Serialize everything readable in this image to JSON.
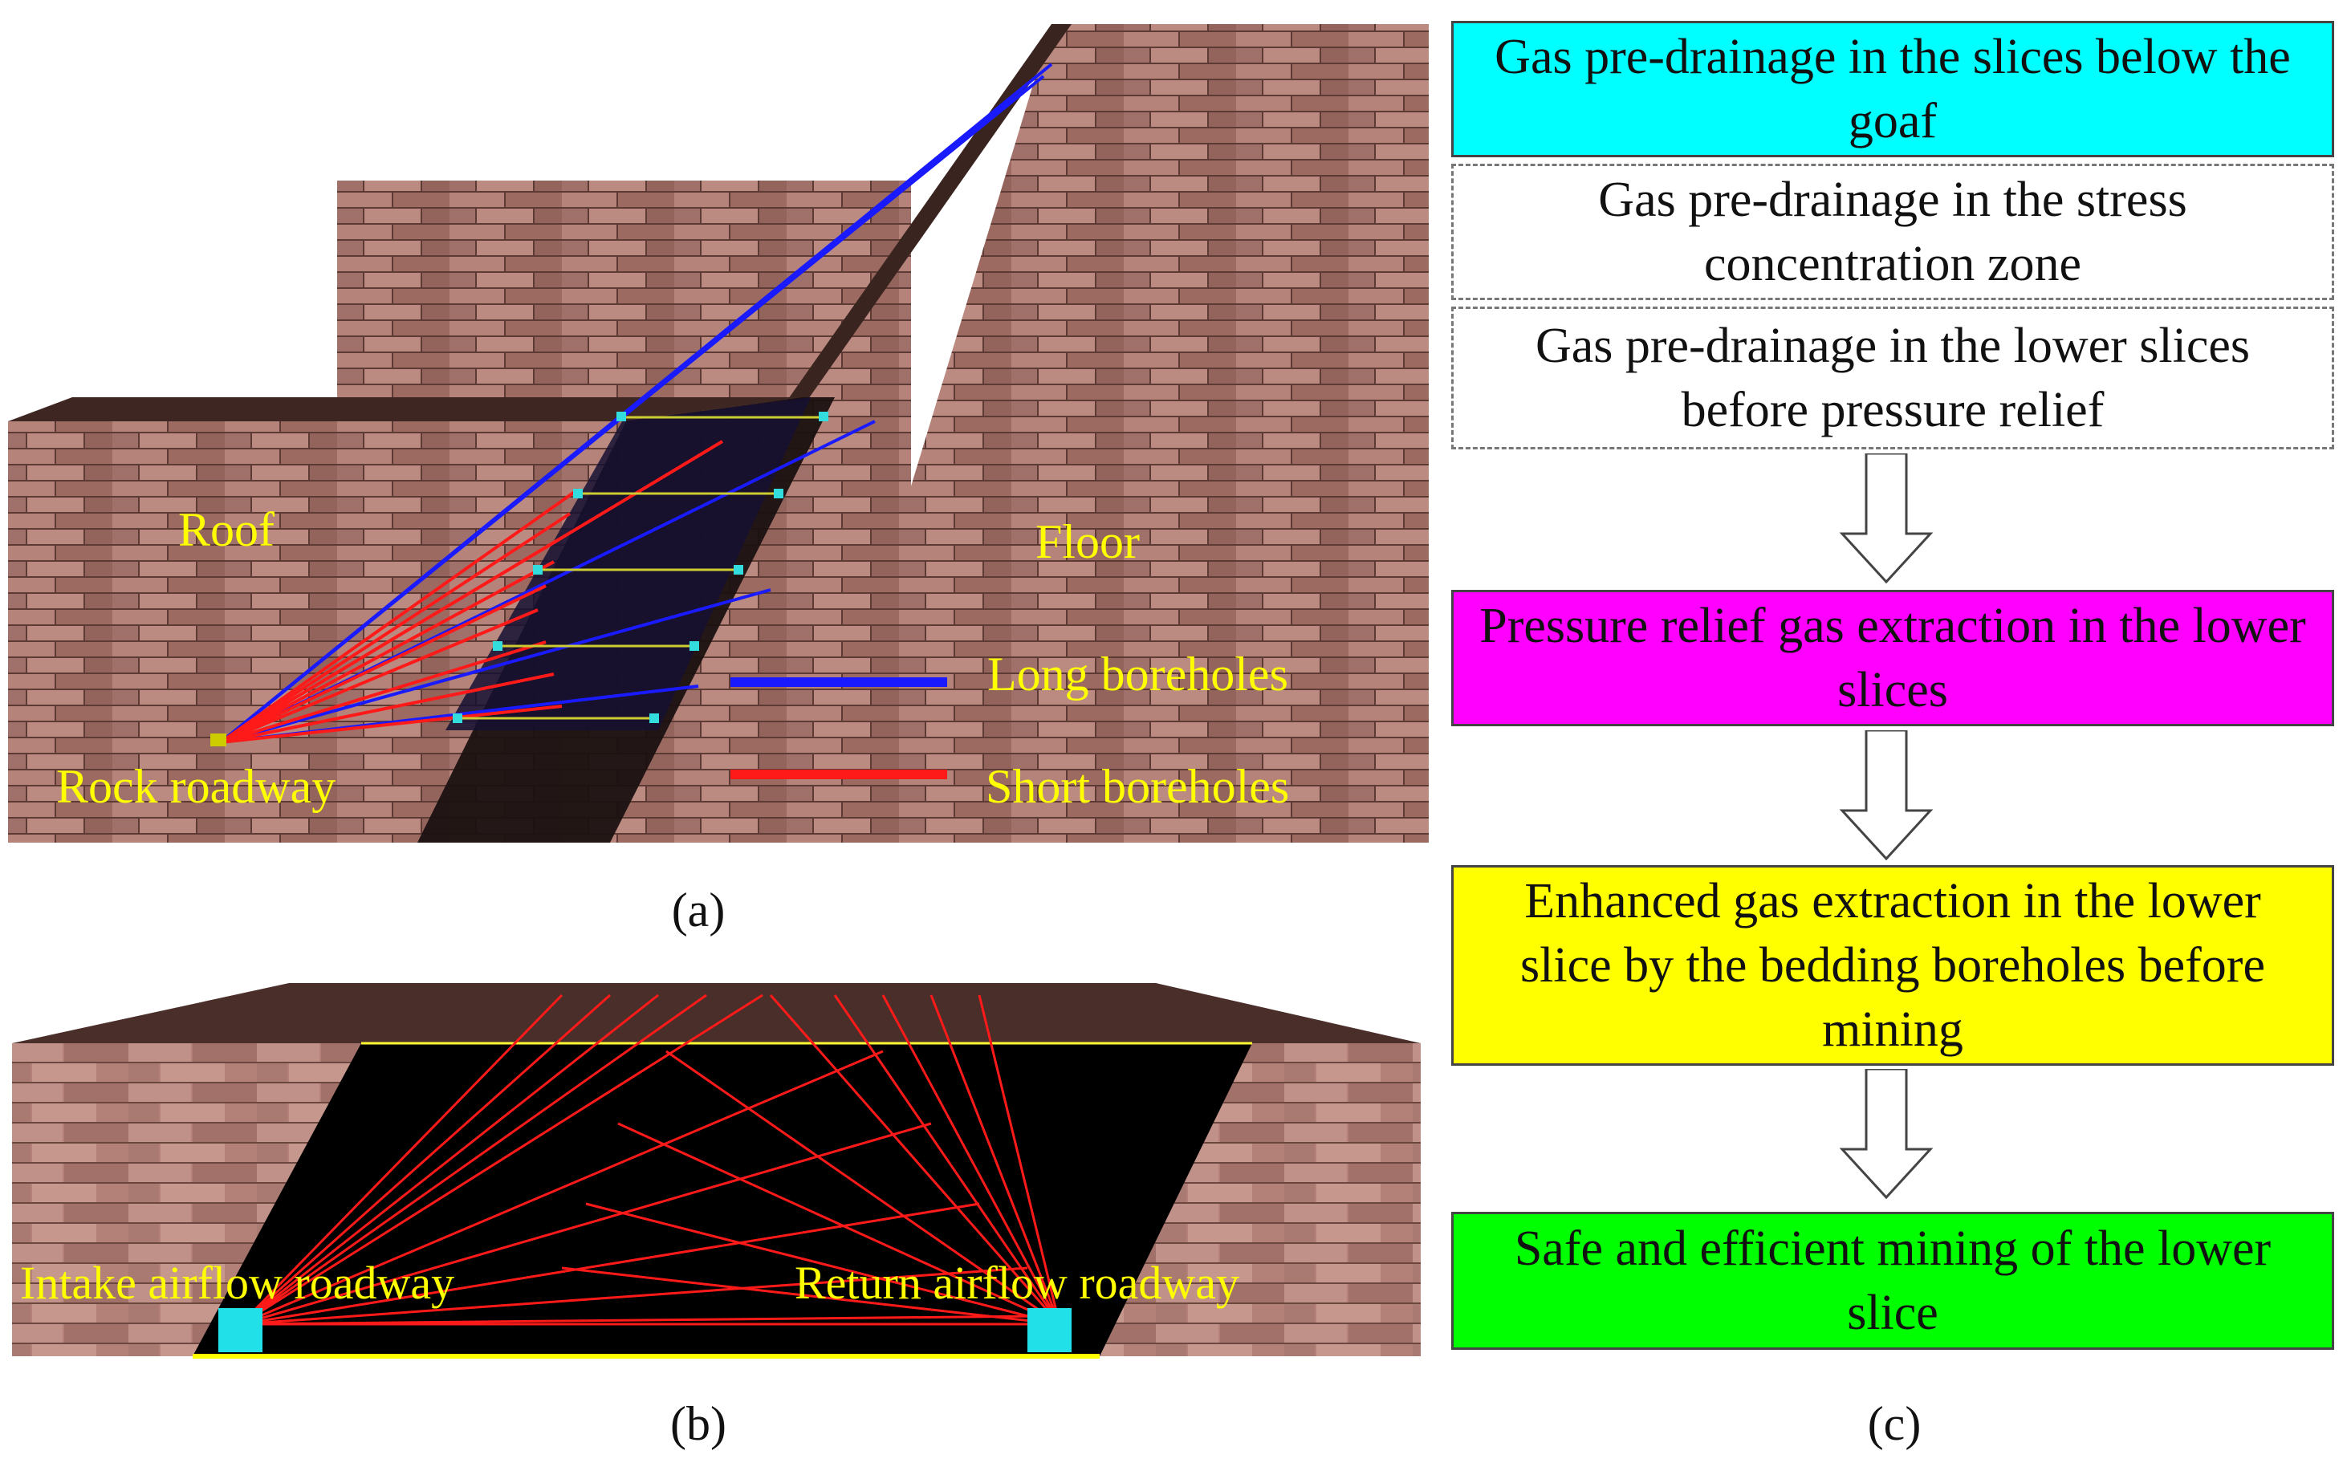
{
  "panel_a": {
    "labels": {
      "roof": "Roof",
      "floor": "Floor",
      "rock_roadway": "Rock roadway",
      "long_boreholes": "Long boreholes",
      "short_boreholes": "Short boreholes"
    },
    "caption": "(a)",
    "colors": {
      "long": "#1a1aff",
      "short": "#ff1a1a",
      "label": "#ffff00",
      "node": "#33dddd"
    }
  },
  "panel_b": {
    "labels": {
      "intake": "Intake airflow roadway",
      "return": "Return airflow roadway"
    },
    "caption": "(b)"
  },
  "panel_c": {
    "boxes": [
      {
        "text": "Gas pre-drainage in the  slices below the goaf",
        "color": "#00ffff",
        "style": "solid"
      },
      {
        "text": "Gas pre-drainage in the stress concentration zone",
        "color": "#ffffff",
        "style": "dashed"
      },
      {
        "text": "Gas pre-drainage in the lower slices before pressure relief",
        "color": "#ffffff",
        "style": "dashed"
      },
      {
        "text": "Pressure relief gas extraction in the lower slices",
        "color": "#ff00ff",
        "style": "solid"
      },
      {
        "text": "Enhanced gas extraction in the lower slice by the bedding boreholes before  mining",
        "color": "#ffff00",
        "style": "solid"
      },
      {
        "text": "Safe and efficient mining of the lower slice",
        "color": "#00ff00",
        "style": "solid"
      }
    ],
    "caption": "(c)"
  }
}
